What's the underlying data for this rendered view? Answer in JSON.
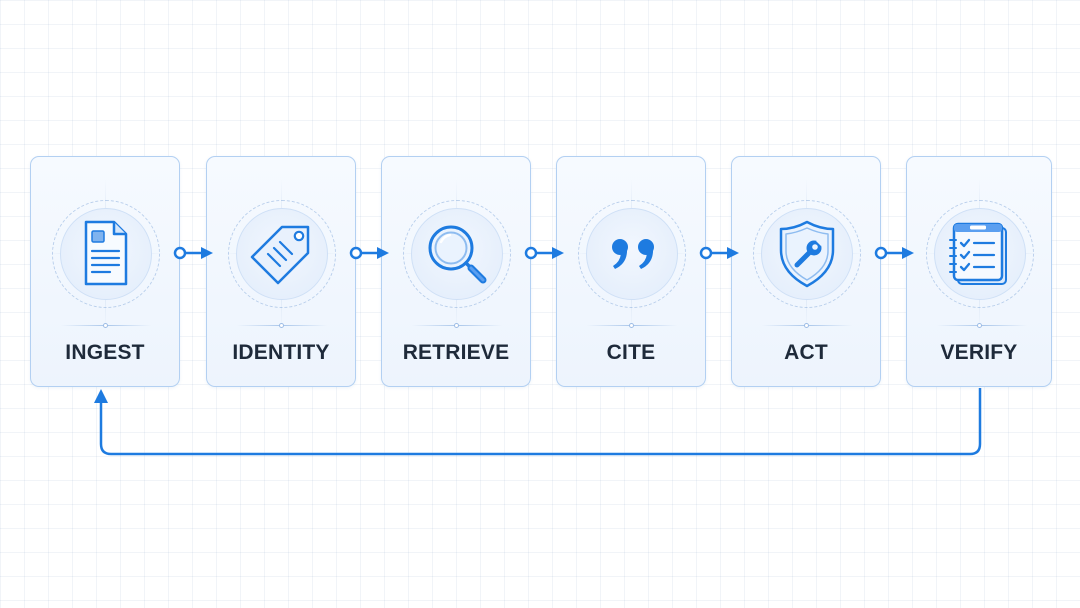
{
  "colors": {
    "accent": "#1e7be0",
    "card_border": "#b3d0f2",
    "label": "#1e2a3a"
  },
  "steps": [
    {
      "label": "INGEST",
      "icon": "document-icon"
    },
    {
      "label": "IDENTITY",
      "icon": "tag-icon"
    },
    {
      "label": "RETRIEVE",
      "icon": "magnifier-icon"
    },
    {
      "label": "CITE",
      "icon": "quote-icon"
    },
    {
      "label": "ACT",
      "icon": "shield-wrench-icon"
    },
    {
      "label": "VERIFY",
      "icon": "checklist-icon"
    }
  ],
  "feedback_loop": {
    "from": "VERIFY",
    "to": "INGEST"
  }
}
